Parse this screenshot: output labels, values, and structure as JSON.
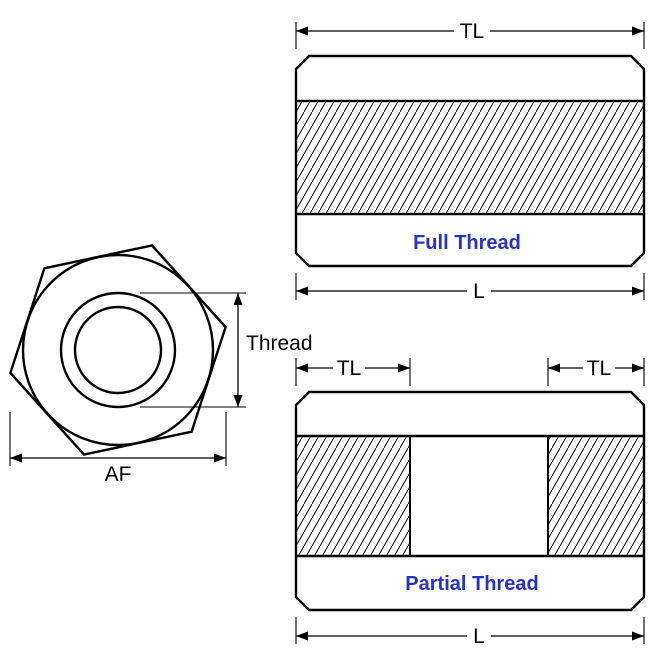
{
  "diagram": {
    "end_view": {
      "thread_label": "Thread",
      "af_label": "AF"
    },
    "full_thread_view": {
      "tl_label": "TL",
      "name_label": "Full Thread",
      "length_label": "L"
    },
    "partial_thread_view": {
      "tl_left_label": "TL",
      "tl_right_label": "TL",
      "name_label": "Partial Thread",
      "length_label": "L"
    },
    "colors": {
      "line": "#000000",
      "accent_label": "#2333CC",
      "background": "#FFFFFF"
    }
  }
}
